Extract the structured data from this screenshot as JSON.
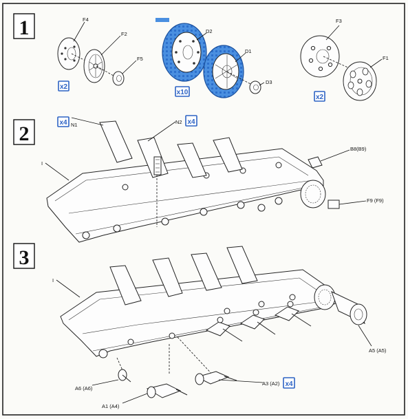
{
  "steps": [
    {
      "number": "1"
    },
    {
      "number": "2"
    },
    {
      "number": "3"
    }
  ],
  "step1": {
    "labels": {
      "f4": "F4",
      "f2": "F2",
      "f5": "F5",
      "d2": "D2",
      "d1": "D1",
      "d3": "D3",
      "f3": "F3",
      "f1": "F1"
    },
    "badges": {
      "left": "x2",
      "middle": "x10",
      "right": "x2"
    },
    "colors": {
      "road_wheel_fill": "#4a8fe0",
      "road_wheel_edge": "#1a4f9c"
    }
  },
  "step2": {
    "labels": {
      "n1": "N1",
      "n2": "N2",
      "hull": "I",
      "b8": "B8(B9)",
      "f9": "F9 (F9)"
    },
    "badges": {
      "n1": "x4",
      "n2": "x4"
    }
  },
  "step3": {
    "labels": {
      "hull": "I",
      "a5": "A5 (A5)",
      "a6": "A6 (A6)",
      "a1": "A1 (A4)",
      "a3": "A3 (A2)"
    },
    "badges": {
      "a3": "x4"
    }
  },
  "colors": {
    "badge_border": "#2d63c4",
    "frame": "#222222"
  }
}
